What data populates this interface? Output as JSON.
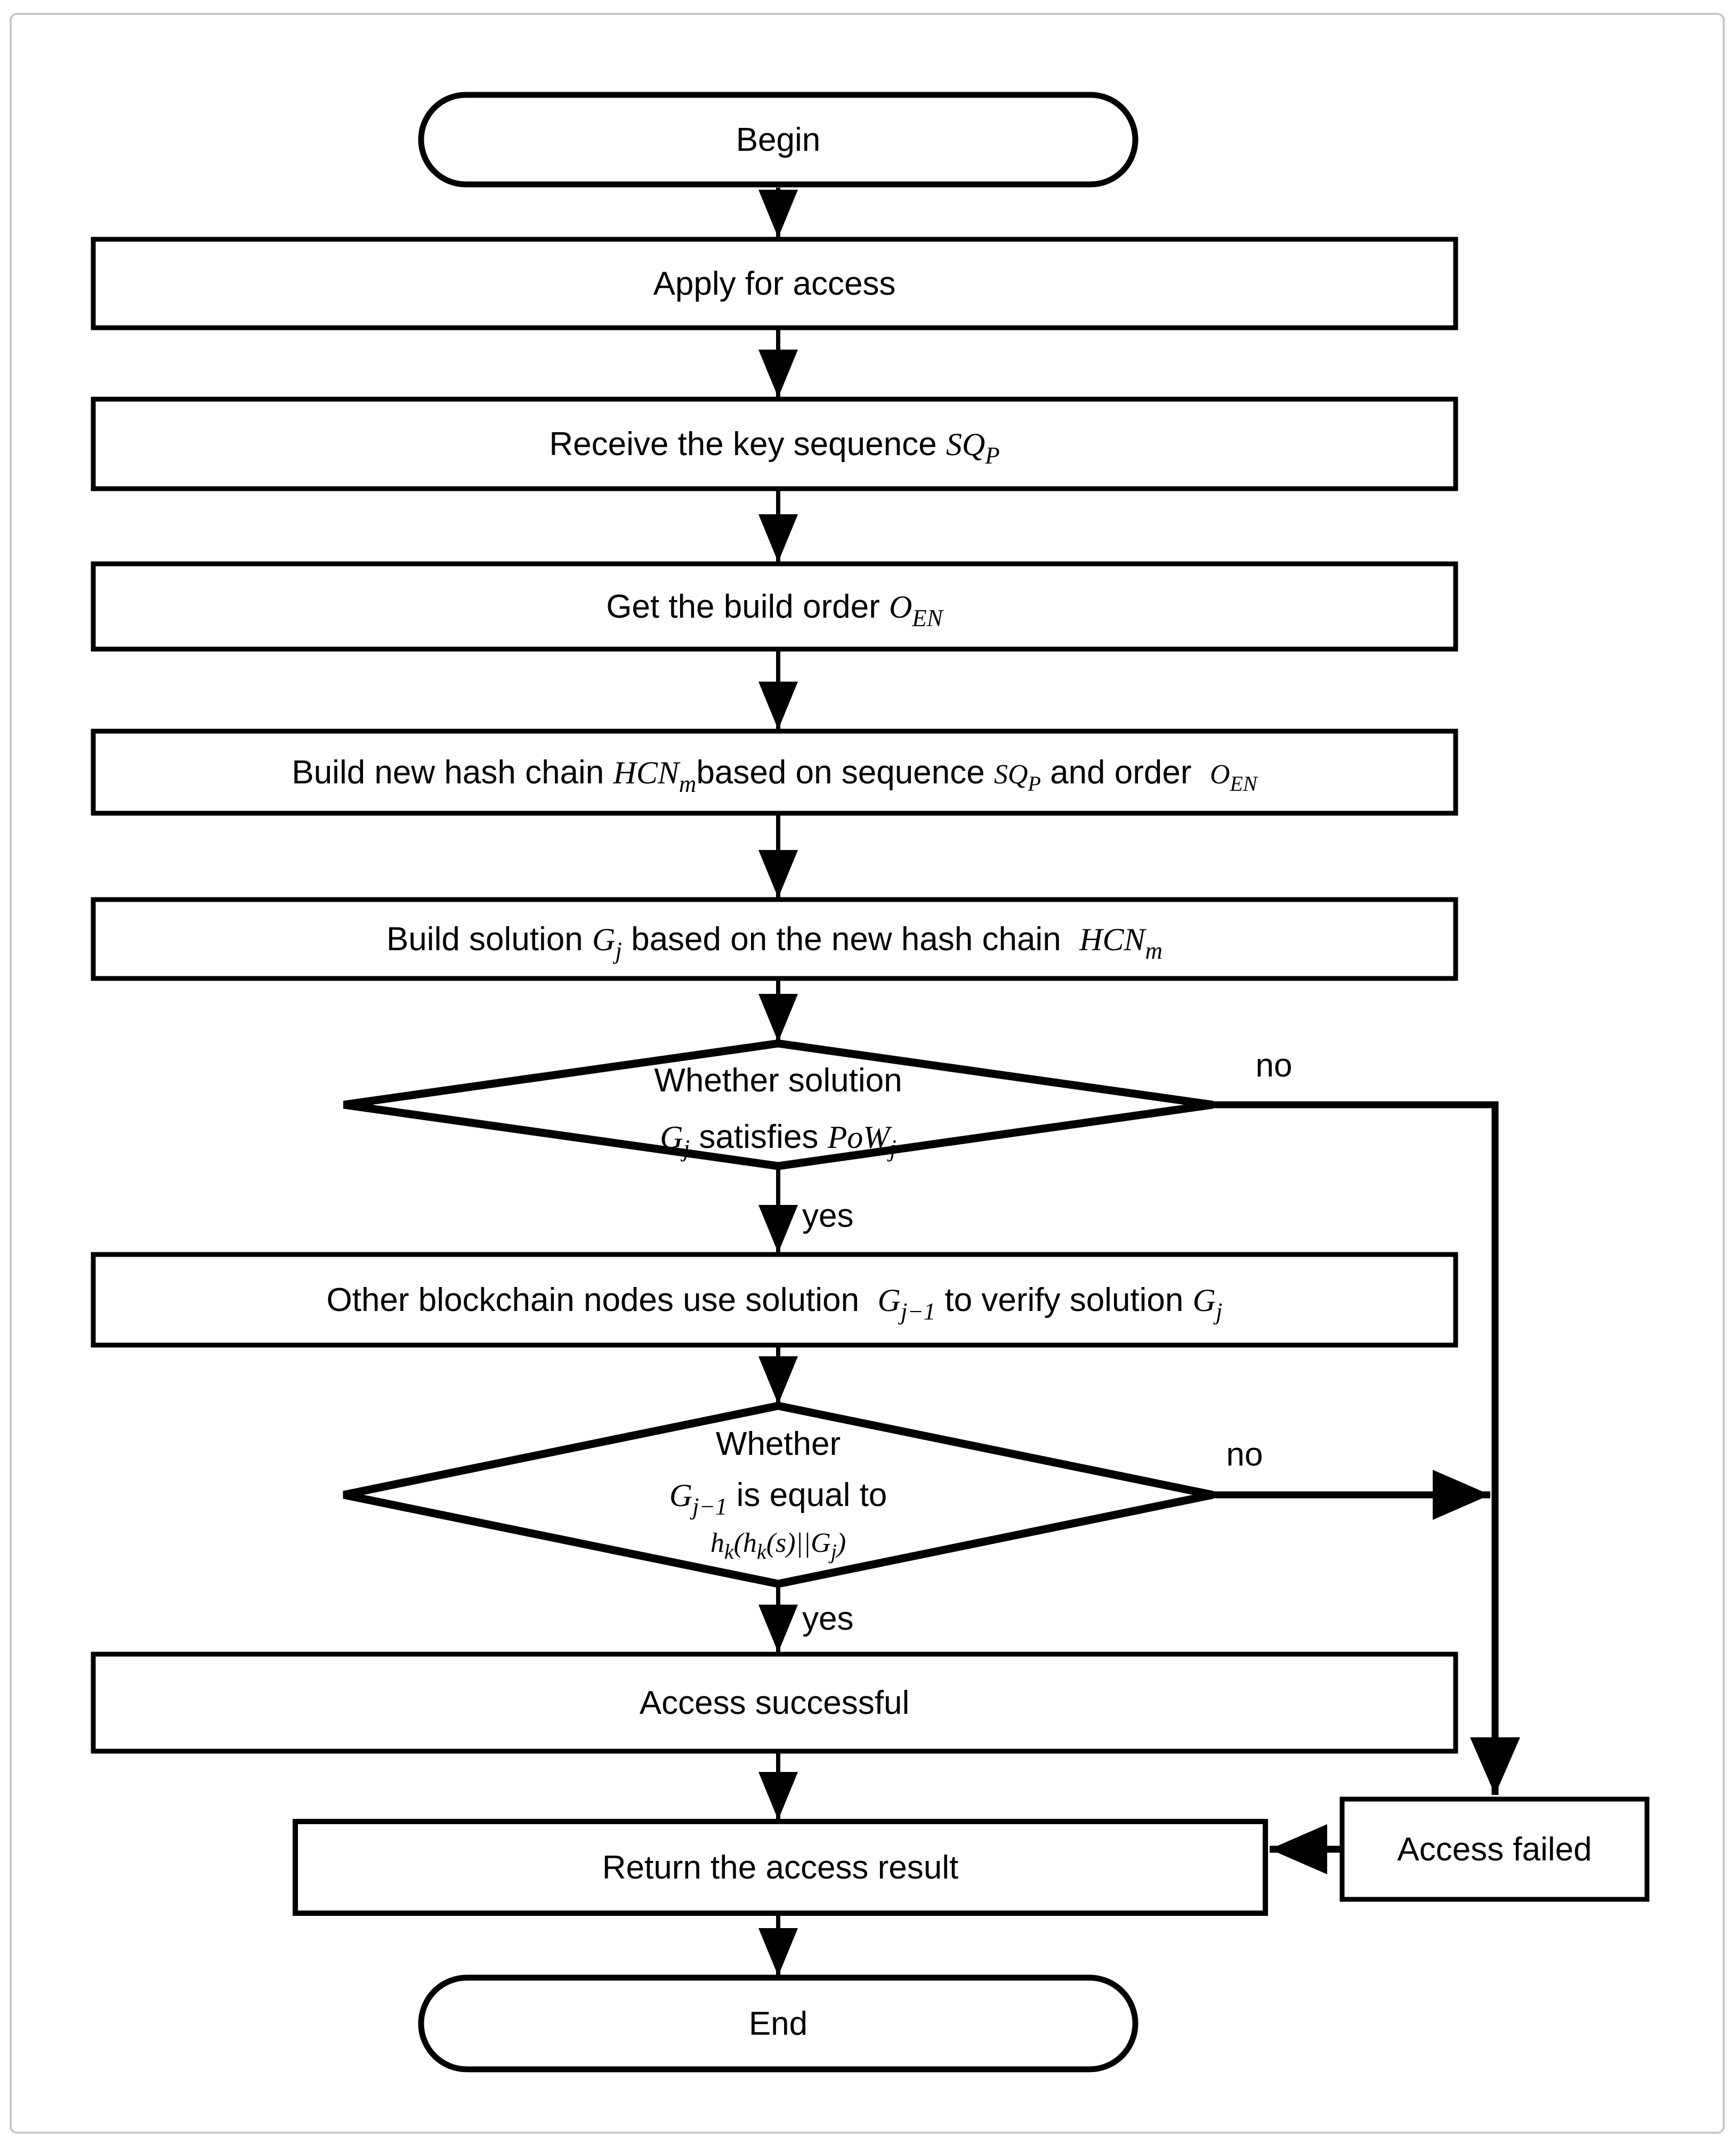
{
  "page": {
    "background": "#ffffff",
    "border_color": "#c9c9c9",
    "ink_color": "#000000"
  },
  "flow": {
    "begin": {
      "label": "Begin"
    },
    "apply": {
      "label": "Apply for access"
    },
    "receive": {
      "pre": "Receive the key sequence ",
      "var1": "SQ",
      "var1_sub": "P"
    },
    "get_order": {
      "pre": "Get the build order ",
      "var1": "O",
      "var1_sub": "EN"
    },
    "build_chain": {
      "pre": "Build new hash chain ",
      "var1": "HCN",
      "var1_sub": "m",
      "mid1": "based on sequence ",
      "var2": "SQ",
      "var2_sub": "P",
      "mid2": " and order  ",
      "var3": "O",
      "var3_sub": "EN"
    },
    "build_solution": {
      "pre": "Build solution ",
      "var1": "G",
      "var1_sub": "j",
      "mid1": " based on the new hash chain  ",
      "var2": "HCN",
      "var2_sub": "m"
    },
    "decision_pow": {
      "line1": "Whether solution",
      "var1": "G",
      "var1_sub": "j",
      "mid1": " satisfies ",
      "var2": "PoW",
      "var2_sub": "j",
      "label_yes": "yes",
      "label_no": "no"
    },
    "verify": {
      "pre": "Other blockchain nodes use solution  ",
      "var1": "G",
      "var1_sub": "j−1",
      "mid1": " to verify solution ",
      "var2": "G",
      "var2_sub": "j"
    },
    "decision_eq": {
      "line1": "Whether",
      "var1": "G",
      "var1_sub": "j−1",
      "mid1": " is equal to",
      "f1": "h",
      "f1_sub": "k",
      "f2": "(h",
      "f2_sub": "k",
      "f3": "(s)||G",
      "f3_sub": "j",
      "f4": ")",
      "label_yes": "yes",
      "label_no": "no"
    },
    "success": {
      "label": "Access successful"
    },
    "return_result": {
      "label": "Return the access result"
    },
    "failed": {
      "label": "Access failed"
    },
    "end": {
      "label": "End"
    }
  }
}
